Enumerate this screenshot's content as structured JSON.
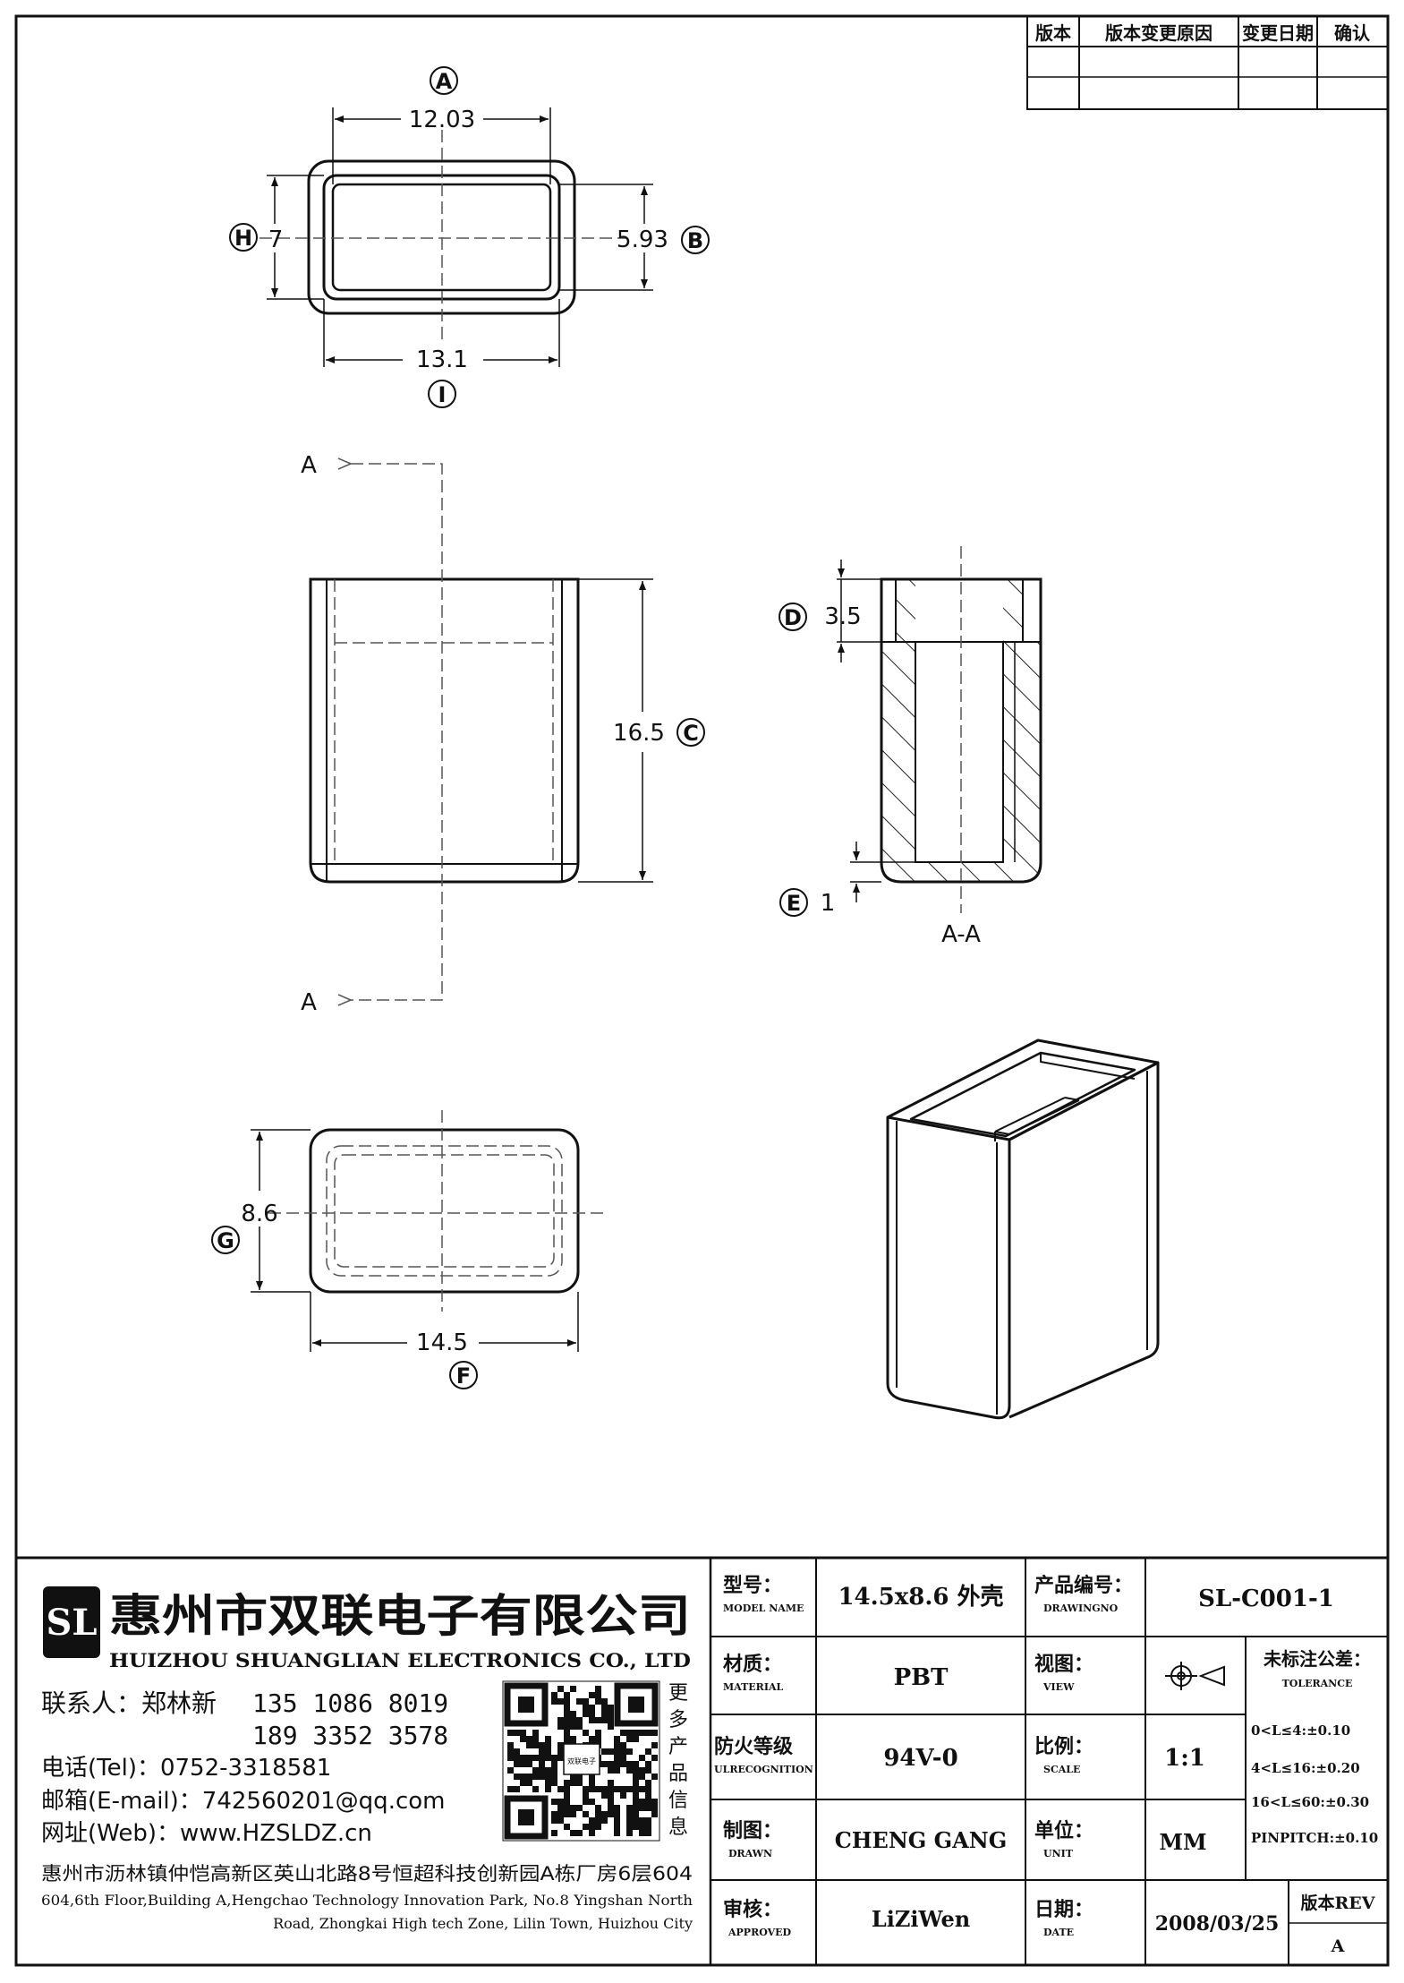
{
  "revision_table": {
    "headers": [
      "版本",
      "版本变更原因",
      "变更日期",
      "确认"
    ]
  },
  "dimensions": {
    "top_view": {
      "A": {
        "letter": "A",
        "value": "12.03"
      },
      "B": {
        "letter": "B",
        "value": "5.93"
      },
      "H": {
        "letter": "H",
        "value": "7"
      },
      "I": {
        "letter": "I",
        "value": "13.1"
      }
    },
    "front_view": {
      "C": {
        "letter": "C",
        "value": "16.5"
      },
      "section_mark": "A"
    },
    "section_view": {
      "D": {
        "letter": "D",
        "value": "3.5"
      },
      "E": {
        "letter": "E",
        "value": "1"
      },
      "title": "A-A"
    },
    "bottom_view": {
      "G": {
        "letter": "G",
        "value": "8.6"
      },
      "F": {
        "letter": "F",
        "value": "14.5"
      }
    }
  },
  "company": {
    "logo_text": "SL",
    "name_cn": "惠州市双联电子有限公司",
    "name_en": "HUIZHOU SHUANGLIAN ELECTRONICS CO., LTD",
    "contact_label": "联系人：郑林新",
    "phone1": "135 1086 8019",
    "phone2": "189 3352 3578",
    "tel": "电话(Tel)：0752-3318581",
    "email": "邮箱(E-mail)：742560201@qq.com",
    "web": "网址(Web)：www.HZSLDZ.cn",
    "qr_caption": [
      "更",
      "多",
      "产",
      "品",
      "信",
      "息"
    ],
    "qr_center_text": "双联电子",
    "address_cn": "惠州市沥林镇仲恺高新区英山北路8号恒超科技创新园A栋厂房6层604",
    "address_en_1": "604,6th Floor,Building A,Hengchao Technology Innovation Park, No.8 Yingshan North",
    "address_en_2": "Road, Zhongkai High tech Zone, Lilin Town, Huizhou City"
  },
  "title_block": {
    "model_label": "型号：",
    "model_label_en": "MODEL NAME",
    "model_value": "14.5x8.6 外壳",
    "drawing_no_label": "产品编号：",
    "drawing_no_label_en": "DRAWINGNO",
    "drawing_no_value": "SL-C001-1",
    "material_label": "材质：",
    "material_label_en": "MATERIAL",
    "material_value": "PBT",
    "view_label": "视图：",
    "view_label_en": "VIEW",
    "tolerance_label": "未标注公差：",
    "tolerance_label_en": "TOLERANCE",
    "tolerances": [
      "0<L≤4:±0.10",
      "4<L≤16:±0.20",
      "16<L≤60:±0.30",
      "PINPITCH:±0.10"
    ],
    "fire_label": "防火等级",
    "fire_label_en": "ULRECOGNITION",
    "fire_value": "94V-0",
    "scale_label": "比例：",
    "scale_label_en": "SCALE",
    "scale_value": "1:1",
    "drawn_label": "制图：",
    "drawn_label_en": "DRAWN",
    "drawn_value": "CHENG GANG",
    "unit_label": "单位：",
    "unit_label_en": "UNIT",
    "unit_value": "MM",
    "approved_label": "审核：",
    "approved_label_en": "APPROVED",
    "approved_value": "LiZiWen",
    "date_label": "日期：",
    "date_label_en": "DATE",
    "date_value": "2008/03/25",
    "rev_label": "版本REV",
    "rev_value": "A"
  }
}
